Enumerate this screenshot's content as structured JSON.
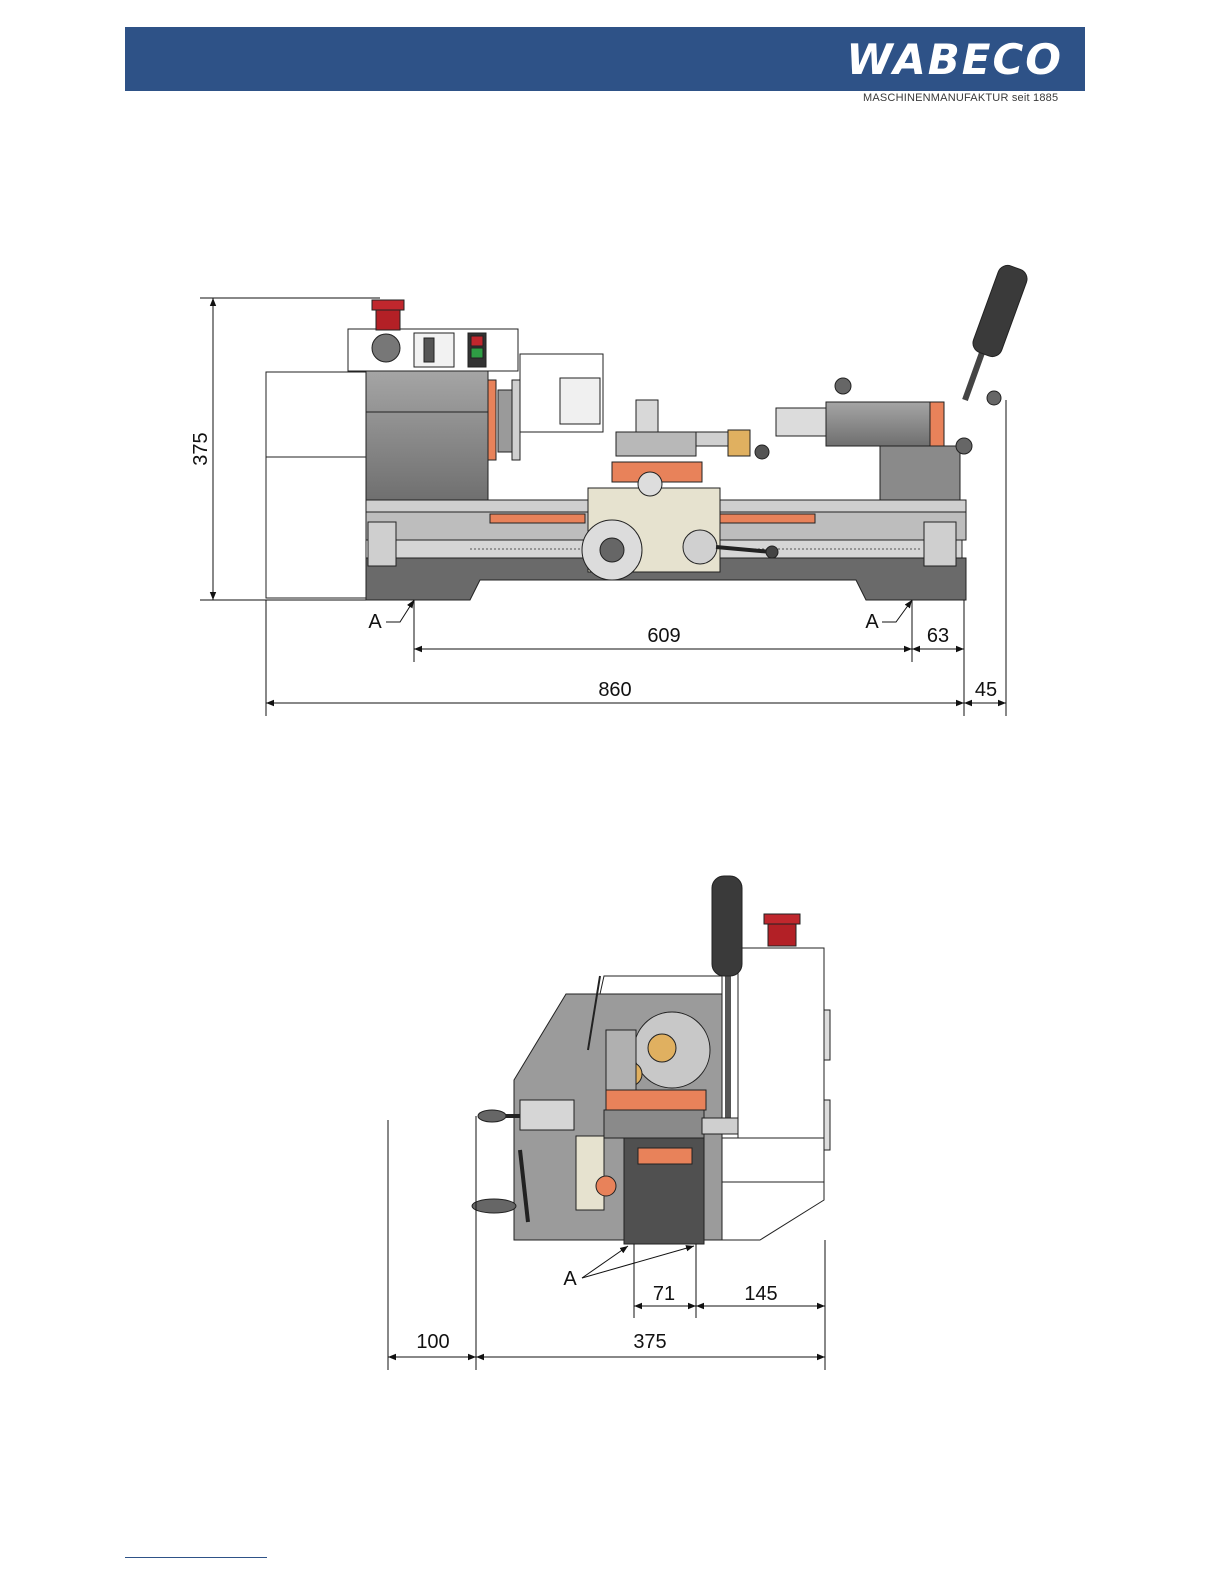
{
  "header": {
    "logo_text": "WABECO",
    "tagline": "MASCHINENMANUFAKTUR seit 1885",
    "bar_color": "#2e5287"
  },
  "side_view": {
    "height_dim": "375",
    "mount_length_dim": "609",
    "right_offset_dim": "63",
    "overall_length_dim": "860",
    "handle_overhang_dim": "45",
    "mount_point_label_left": "A",
    "mount_point_label_right": "A"
  },
  "end_view": {
    "mount_spacing_dim": "71",
    "right_offset_dim": "145",
    "handle_clearance_dim": "100",
    "overall_depth_dim": "375",
    "mount_point_label": "A"
  },
  "colors": {
    "accent_orange": "#e8825a",
    "machine_grey": "#8c8c8c",
    "machine_dark": "#555555",
    "estop_red": "#c0272d"
  }
}
